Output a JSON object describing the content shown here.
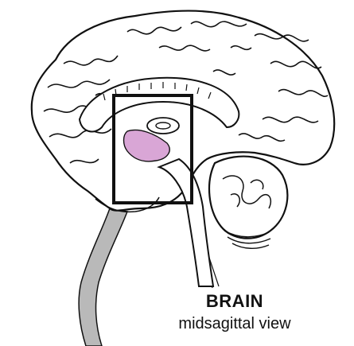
{
  "caption": {
    "title": "BRAIN",
    "subtitle": "midsagittal view"
  },
  "colors": {
    "outline": "#111111",
    "highlight": "#d9a6d6",
    "stem": "#b9b9b9",
    "background": "#ffffff"
  },
  "icons": [
    "brain-illustration"
  ]
}
